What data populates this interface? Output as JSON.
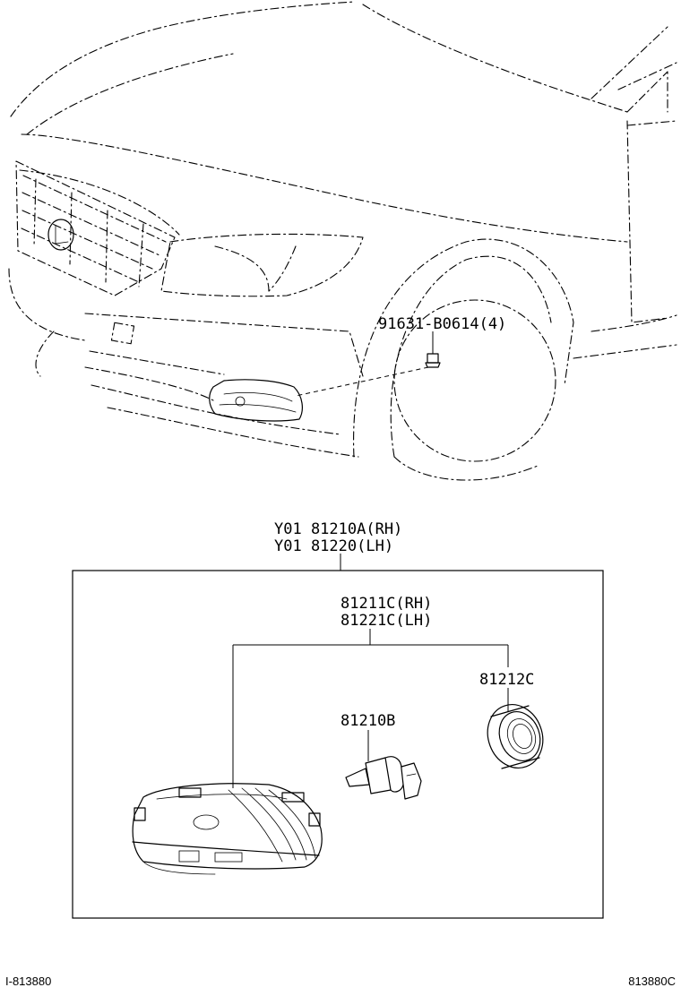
{
  "labels": {
    "bolt": "91631-B0614(4)",
    "assembly_rh": "Y01 81210A(RH)",
    "assembly_lh": "Y01 81220(LH)",
    "housing_rh": "81211C(RH)",
    "housing_lh": "81221C(LH)",
    "socket": "81212C",
    "bulb": "81210B"
  },
  "footer": {
    "left_code": "I-813880",
    "right_code": "813880C"
  },
  "icons": [
    "vehicle-front-outline",
    "fog-lamp-assembly",
    "bulb",
    "socket-ring",
    "bolt"
  ]
}
